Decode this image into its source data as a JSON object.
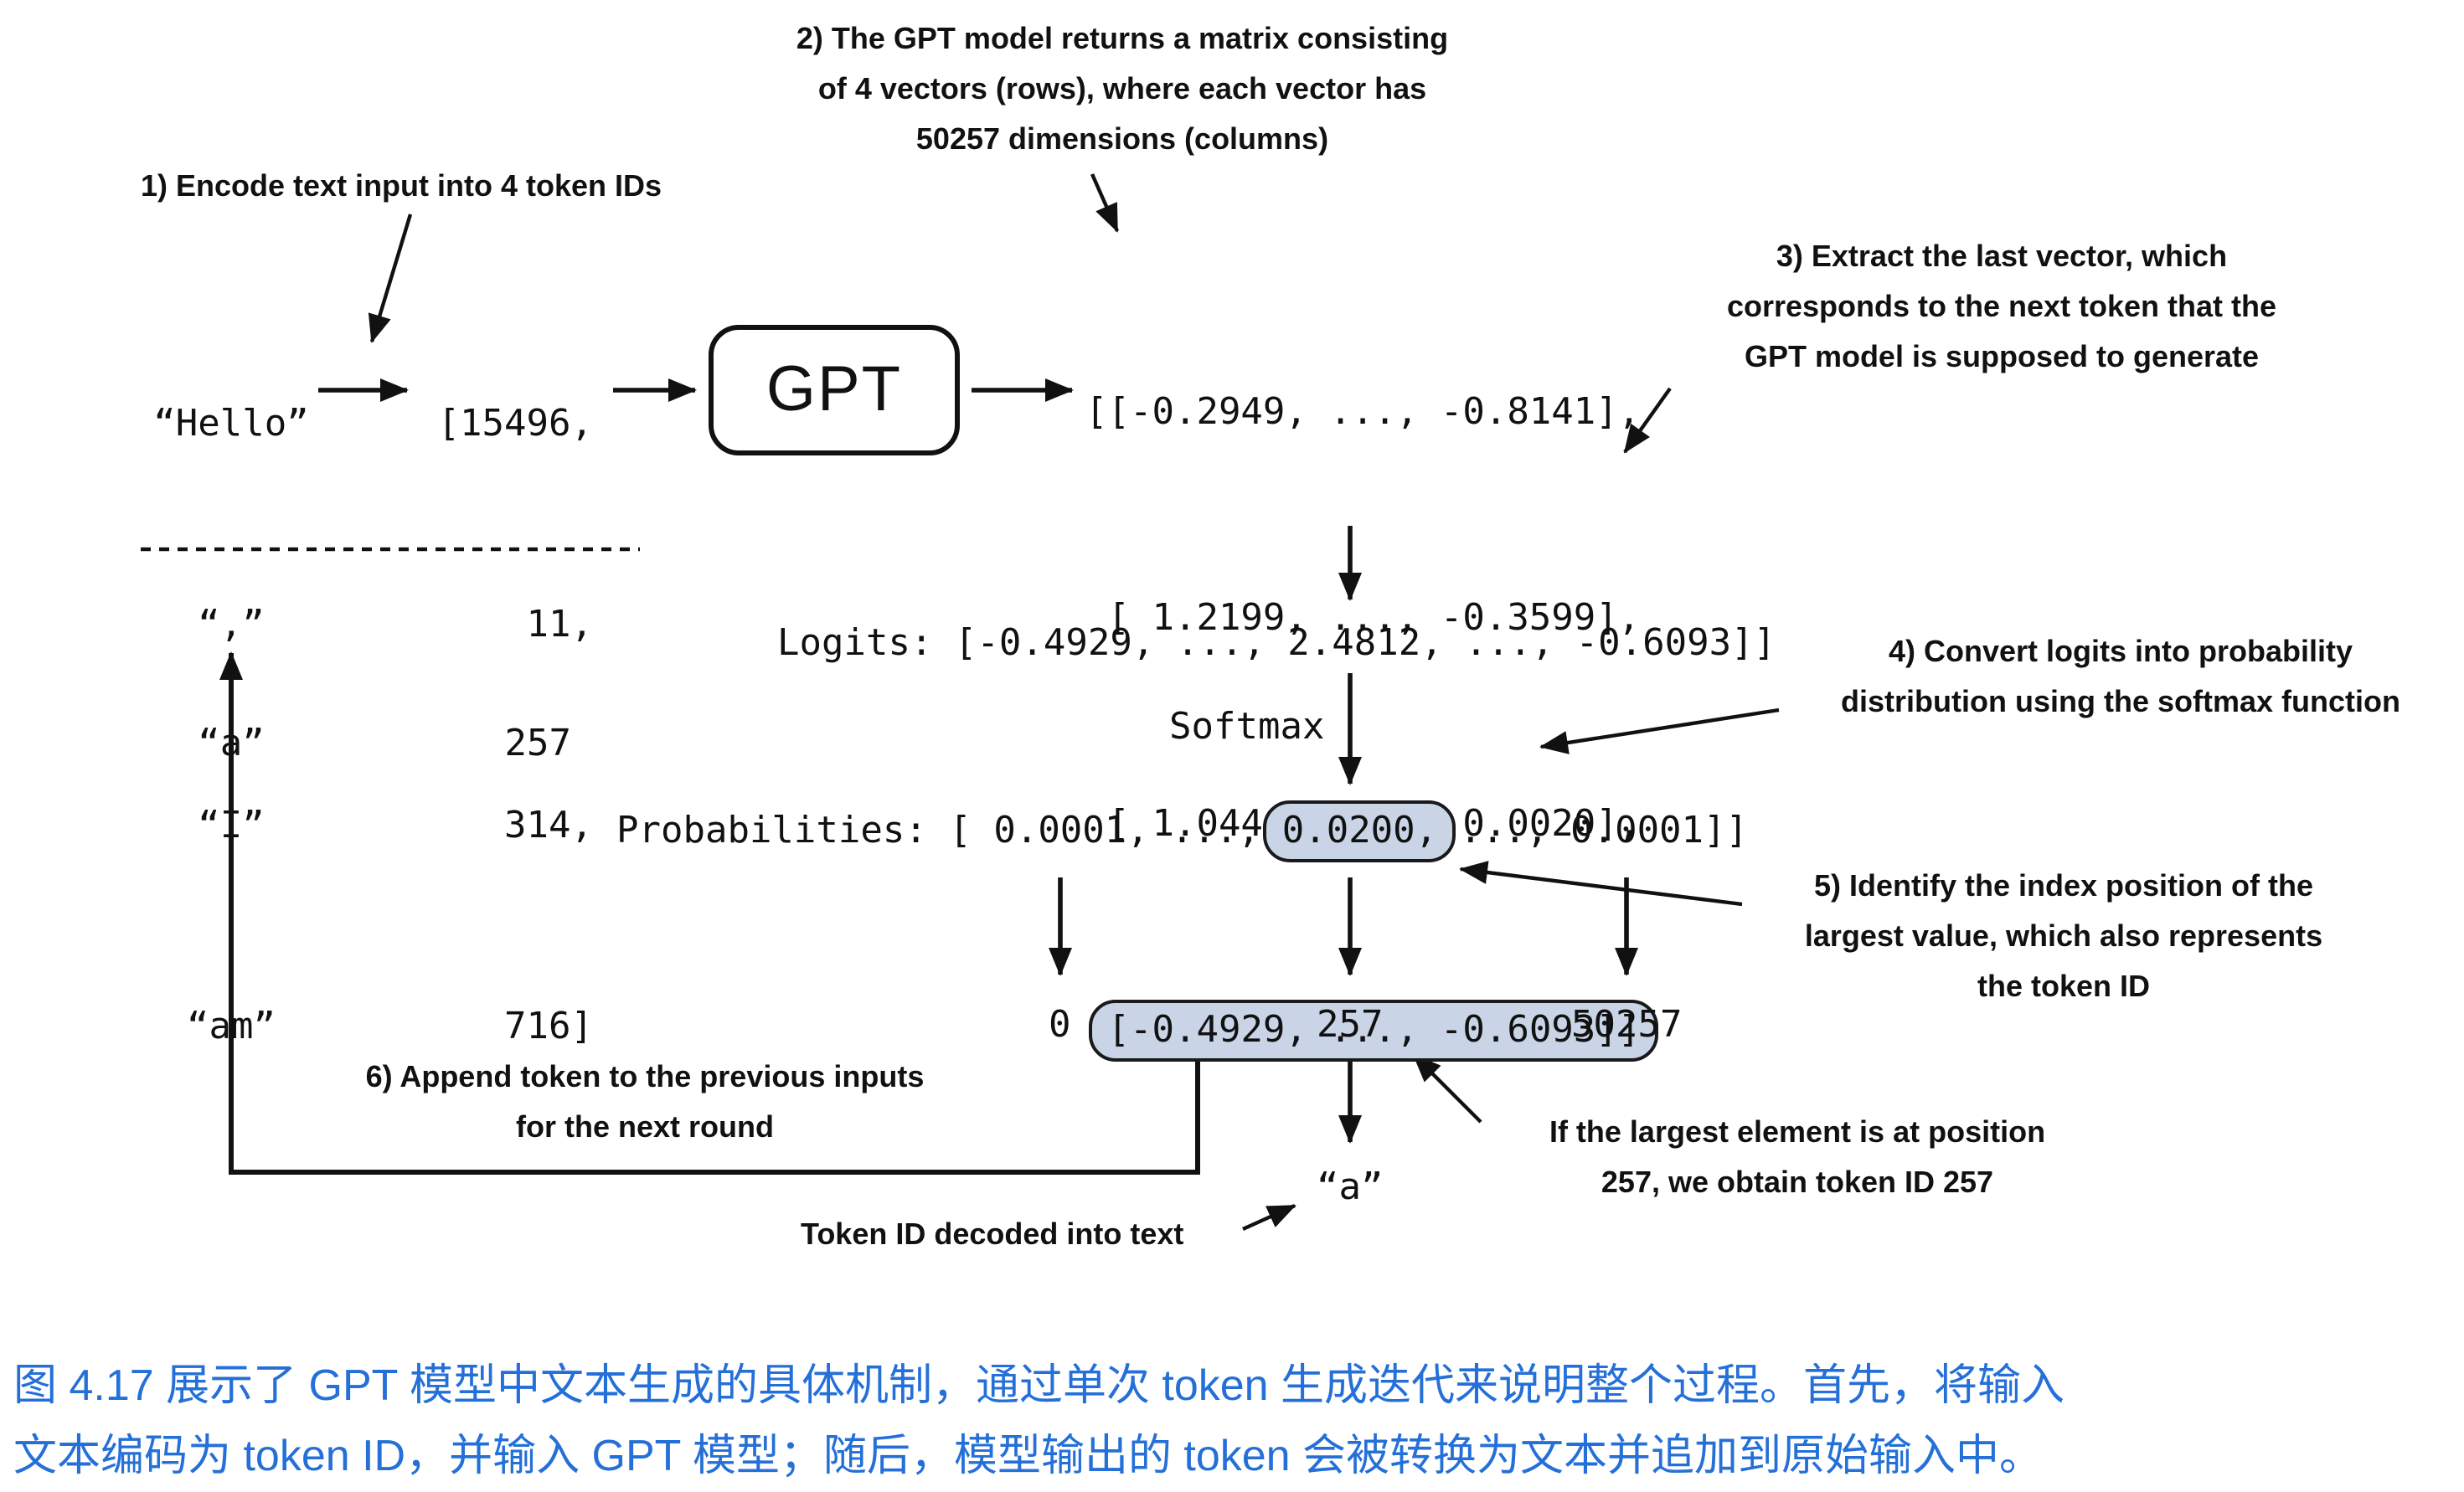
{
  "steps": {
    "step1": {
      "lines": [
        "1) Encode text input into 4 token IDs"
      ]
    },
    "step2": {
      "lines": [
        "2) The GPT model returns a matrix consisting",
        "of 4 vectors (rows), where each vector has",
        "50257 dimensions (columns)"
      ]
    },
    "step3": {
      "lines": [
        "3) Extract the last vector, which",
        "corresponds to the next token that the",
        "GPT model is supposed to generate"
      ]
    },
    "step4": {
      "lines": [
        "4) Convert logits into probability",
        "distribution using the softmax function"
      ]
    },
    "step5": {
      "lines": [
        "5) Identify the index position of the",
        "largest value, which also represents",
        "the token ID"
      ]
    },
    "step6": {
      "lines": [
        "6) Append token to the previous inputs",
        "for the next round"
      ]
    },
    "largest_note": {
      "lines": [
        "If the largest element is at position",
        "257, we obtain token ID 257"
      ]
    },
    "decoded_note": "Token ID decoded into text"
  },
  "input": {
    "tokens": [
      "“Hello”",
      "“,”",
      "“I”",
      "“am”"
    ],
    "token_ids": [
      "[15496,",
      "11,",
      "314,",
      "716]"
    ],
    "next_token": "“a”",
    "next_token_id": "257"
  },
  "model": {
    "label": "GPT"
  },
  "matrix": {
    "rows": [
      "[[-0.2949, ..., -0.8141],",
      " [ 1.2199, ..., -0.3599],",
      " [ 1.0446, ...,  0.0020],"
    ],
    "highlight_indent": " ",
    "highlight_row": "[-0.4929, ..., -0.6093]]"
  },
  "flow": {
    "logits": "Logits: [-0.4929, ..., 2.4812, ..., -0.6093]]",
    "softmax": "Softmax",
    "prob_prefix": "Probabilities: [ 0.0001, ..., ",
    "prob_highlight": "0.0200,",
    "prob_suffix": " ..., 0.0001]]",
    "index_first": "0",
    "index_max": "257",
    "index_last": "50257",
    "decoded_token": "“a”"
  },
  "caption": {
    "lines": [
      "图 4.17 展示了 GPT 模型中文本生成的具体机制，通过单次 token 生成迭代来说明整个过程。首先，将输入",
      "文本编码为 token ID，并输入 GPT 模型；随后，模型输出的 token 会被转换为文本并追加到原始输入中。"
    ],
    "color": "#2470d8"
  },
  "colors": {
    "highlight_fill": "#c9d4e6",
    "ink": "#111111"
  }
}
